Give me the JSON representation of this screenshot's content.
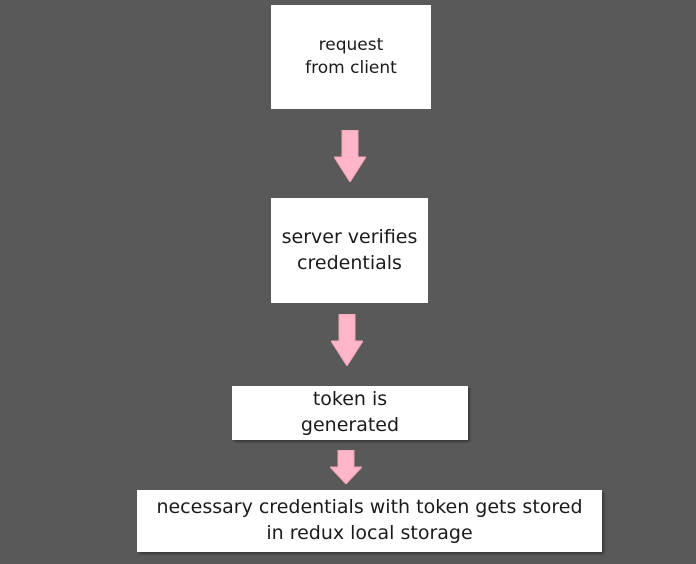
{
  "diagram": {
    "steps": [
      {
        "text": "request\nfrom client"
      },
      {
        "text": "server verifies\ncredentials"
      },
      {
        "text": "token is\ngenerated"
      },
      {
        "text": "necessary credentials with token gets stored\nin redux local storage"
      }
    ],
    "connector_icon": "arrow-down-icon",
    "colors": {
      "background": "#595959",
      "box_fill": "#ffffff",
      "arrow_fill": "#ffb6c8",
      "text": "#1a1a1a"
    }
  }
}
